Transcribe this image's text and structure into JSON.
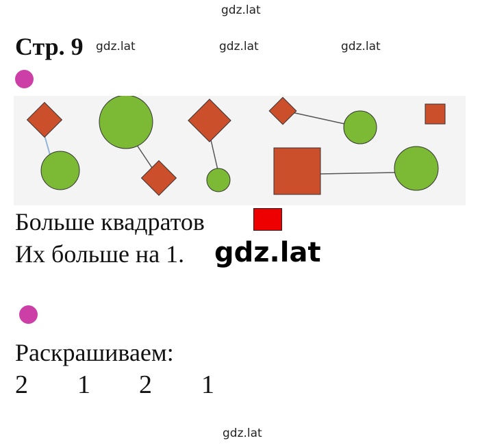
{
  "watermarks": {
    "top": "gdz.lat",
    "row1": "gdz.lat",
    "row2": "gdz.lat",
    "row3": "gdz.lat",
    "big": "gdz.lat",
    "bottom": "gdz.lat"
  },
  "page": {
    "title": "Стр. 9"
  },
  "colors": {
    "bullet": "#cc3fa6",
    "square": "#cc4f2c",
    "circle": "#7cba36",
    "answer_square": "#ee0000"
  },
  "section1": {
    "line1": "Больше квадратов",
    "line2": "Их больше на 1."
  },
  "section2": {
    "label": "Раскрашиваем:",
    "numbers": [
      "2",
      "1",
      "2",
      "1"
    ]
  }
}
